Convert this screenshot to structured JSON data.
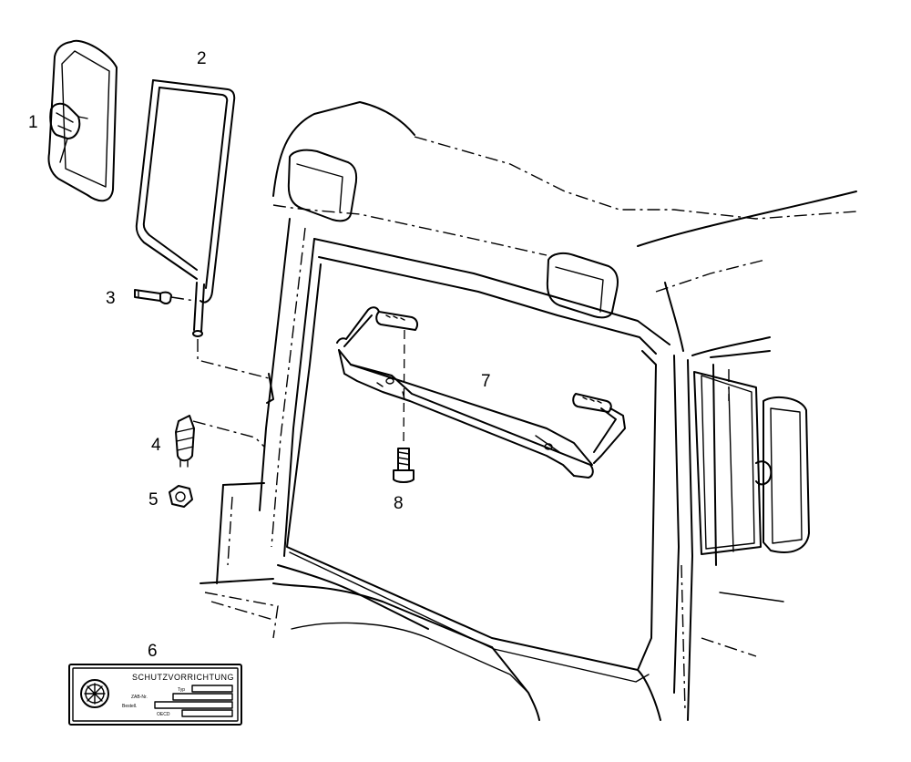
{
  "callouts": [
    "1",
    "2",
    "3",
    "4",
    "5",
    "6",
    "7",
    "8"
  ],
  "plate": {
    "heading": "SCHUTZVORRICHTUNG",
    "row1": "Typ",
    "row2": "ZAB-Nr.",
    "row3": "Bestell.",
    "row4": "OECD"
  }
}
